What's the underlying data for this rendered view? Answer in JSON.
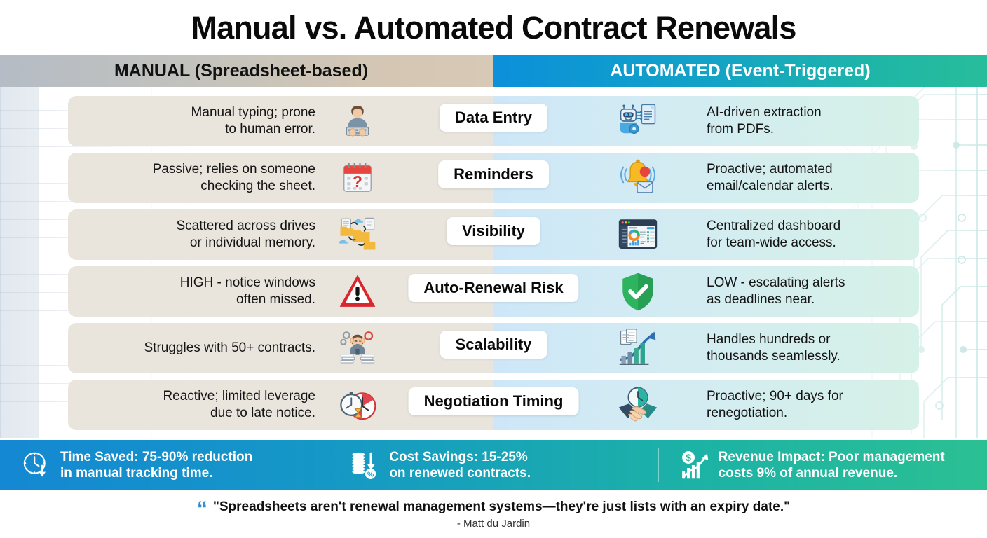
{
  "title": "Manual vs. Automated Contract Renewals",
  "headers": {
    "manual": "MANUAL (Spreadsheet-based)",
    "automated": "AUTOMATED (Event-Triggered)"
  },
  "colors": {
    "manual_header_start": "#b5bcc5",
    "manual_header_end": "#d8c9b6",
    "automated_header_start": "#0b90da",
    "automated_header_end": "#27bd9b",
    "manual_card": "#e9e5dd",
    "automated_card_start": "#cee7f8",
    "automated_card_end": "#d6f1e7",
    "stats_bar_start": "#1488d2",
    "stats_bar_end": "#2bc093",
    "quote_accent": "#2e8fd0"
  },
  "rows": [
    {
      "label": "Data Entry",
      "manual": {
        "line1": "Manual typing; prone",
        "line2": "to human error."
      },
      "manual_icon": "person-typing-keyboard-icon",
      "automated": {
        "line1": "AI-driven extraction",
        "line2": "from PDFs."
      },
      "automated_icon": "robot-document-extraction-icon"
    },
    {
      "label": "Reminders",
      "manual": {
        "line1": "Passive; relies on someone",
        "line2": "checking the sheet."
      },
      "manual_icon": "calendar-question-mark-icon",
      "automated": {
        "line1": "Proactive; automated",
        "line2": "email/calendar alerts."
      },
      "automated_icon": "ringing-bell-envelope-icon"
    },
    {
      "label": "Visibility",
      "manual": {
        "line1": "Scattered across drives",
        "line2": "or individual memory."
      },
      "manual_icon": "scattered-folders-cloud-icon",
      "automated": {
        "line1": "Centralized dashboard",
        "line2": "for team-wide access."
      },
      "automated_icon": "dashboard-window-icon"
    },
    {
      "label": "Auto-Renewal Risk",
      "manual": {
        "line1": "HIGH - notice windows",
        "line2": "often missed."
      },
      "manual_icon": "warning-triangle-icon",
      "automated": {
        "line1": "LOW - escalating alerts",
        "line2": "as deadlines near."
      },
      "automated_icon": "shield-checkmark-icon"
    },
    {
      "label": "Scalability",
      "manual": {
        "line1": "Struggles with 50+ contracts.",
        "line2": ""
      },
      "manual_icon": "stressed-person-paperwork-icon",
      "automated": {
        "line1": "Handles hundreds or",
        "line2": "thousands seamlessly."
      },
      "automated_icon": "growth-chart-documents-icon"
    },
    {
      "label": "Negotiation Timing",
      "manual": {
        "line1": "Reactive; limited leverage",
        "line2": "due to late notice."
      },
      "manual_icon": "stopwatch-clock-hourglass-icon",
      "automated": {
        "line1": "Proactive; 90+ days for",
        "line2": "renegotiation."
      },
      "automated_icon": "handshake-clock-icon"
    }
  ],
  "stats": [
    {
      "icon": "clock-down-arrow-icon",
      "line1": "Time Saved: 75-90% reduction",
      "line2": "in manual tracking time."
    },
    {
      "icon": "coins-down-percent-icon",
      "line1": "Cost Savings: 15-25%",
      "line2": "on renewed contracts."
    },
    {
      "icon": "dollar-growth-chart-icon",
      "line1": "Revenue Impact: Poor management",
      "line2": "costs 9% of annual revenue."
    }
  ],
  "quote": {
    "mark": "“",
    "text": "\"Spreadsheets aren't renewal management systems—they're just lists with an expiry date.\"",
    "author": "- Matt du Jardin"
  }
}
